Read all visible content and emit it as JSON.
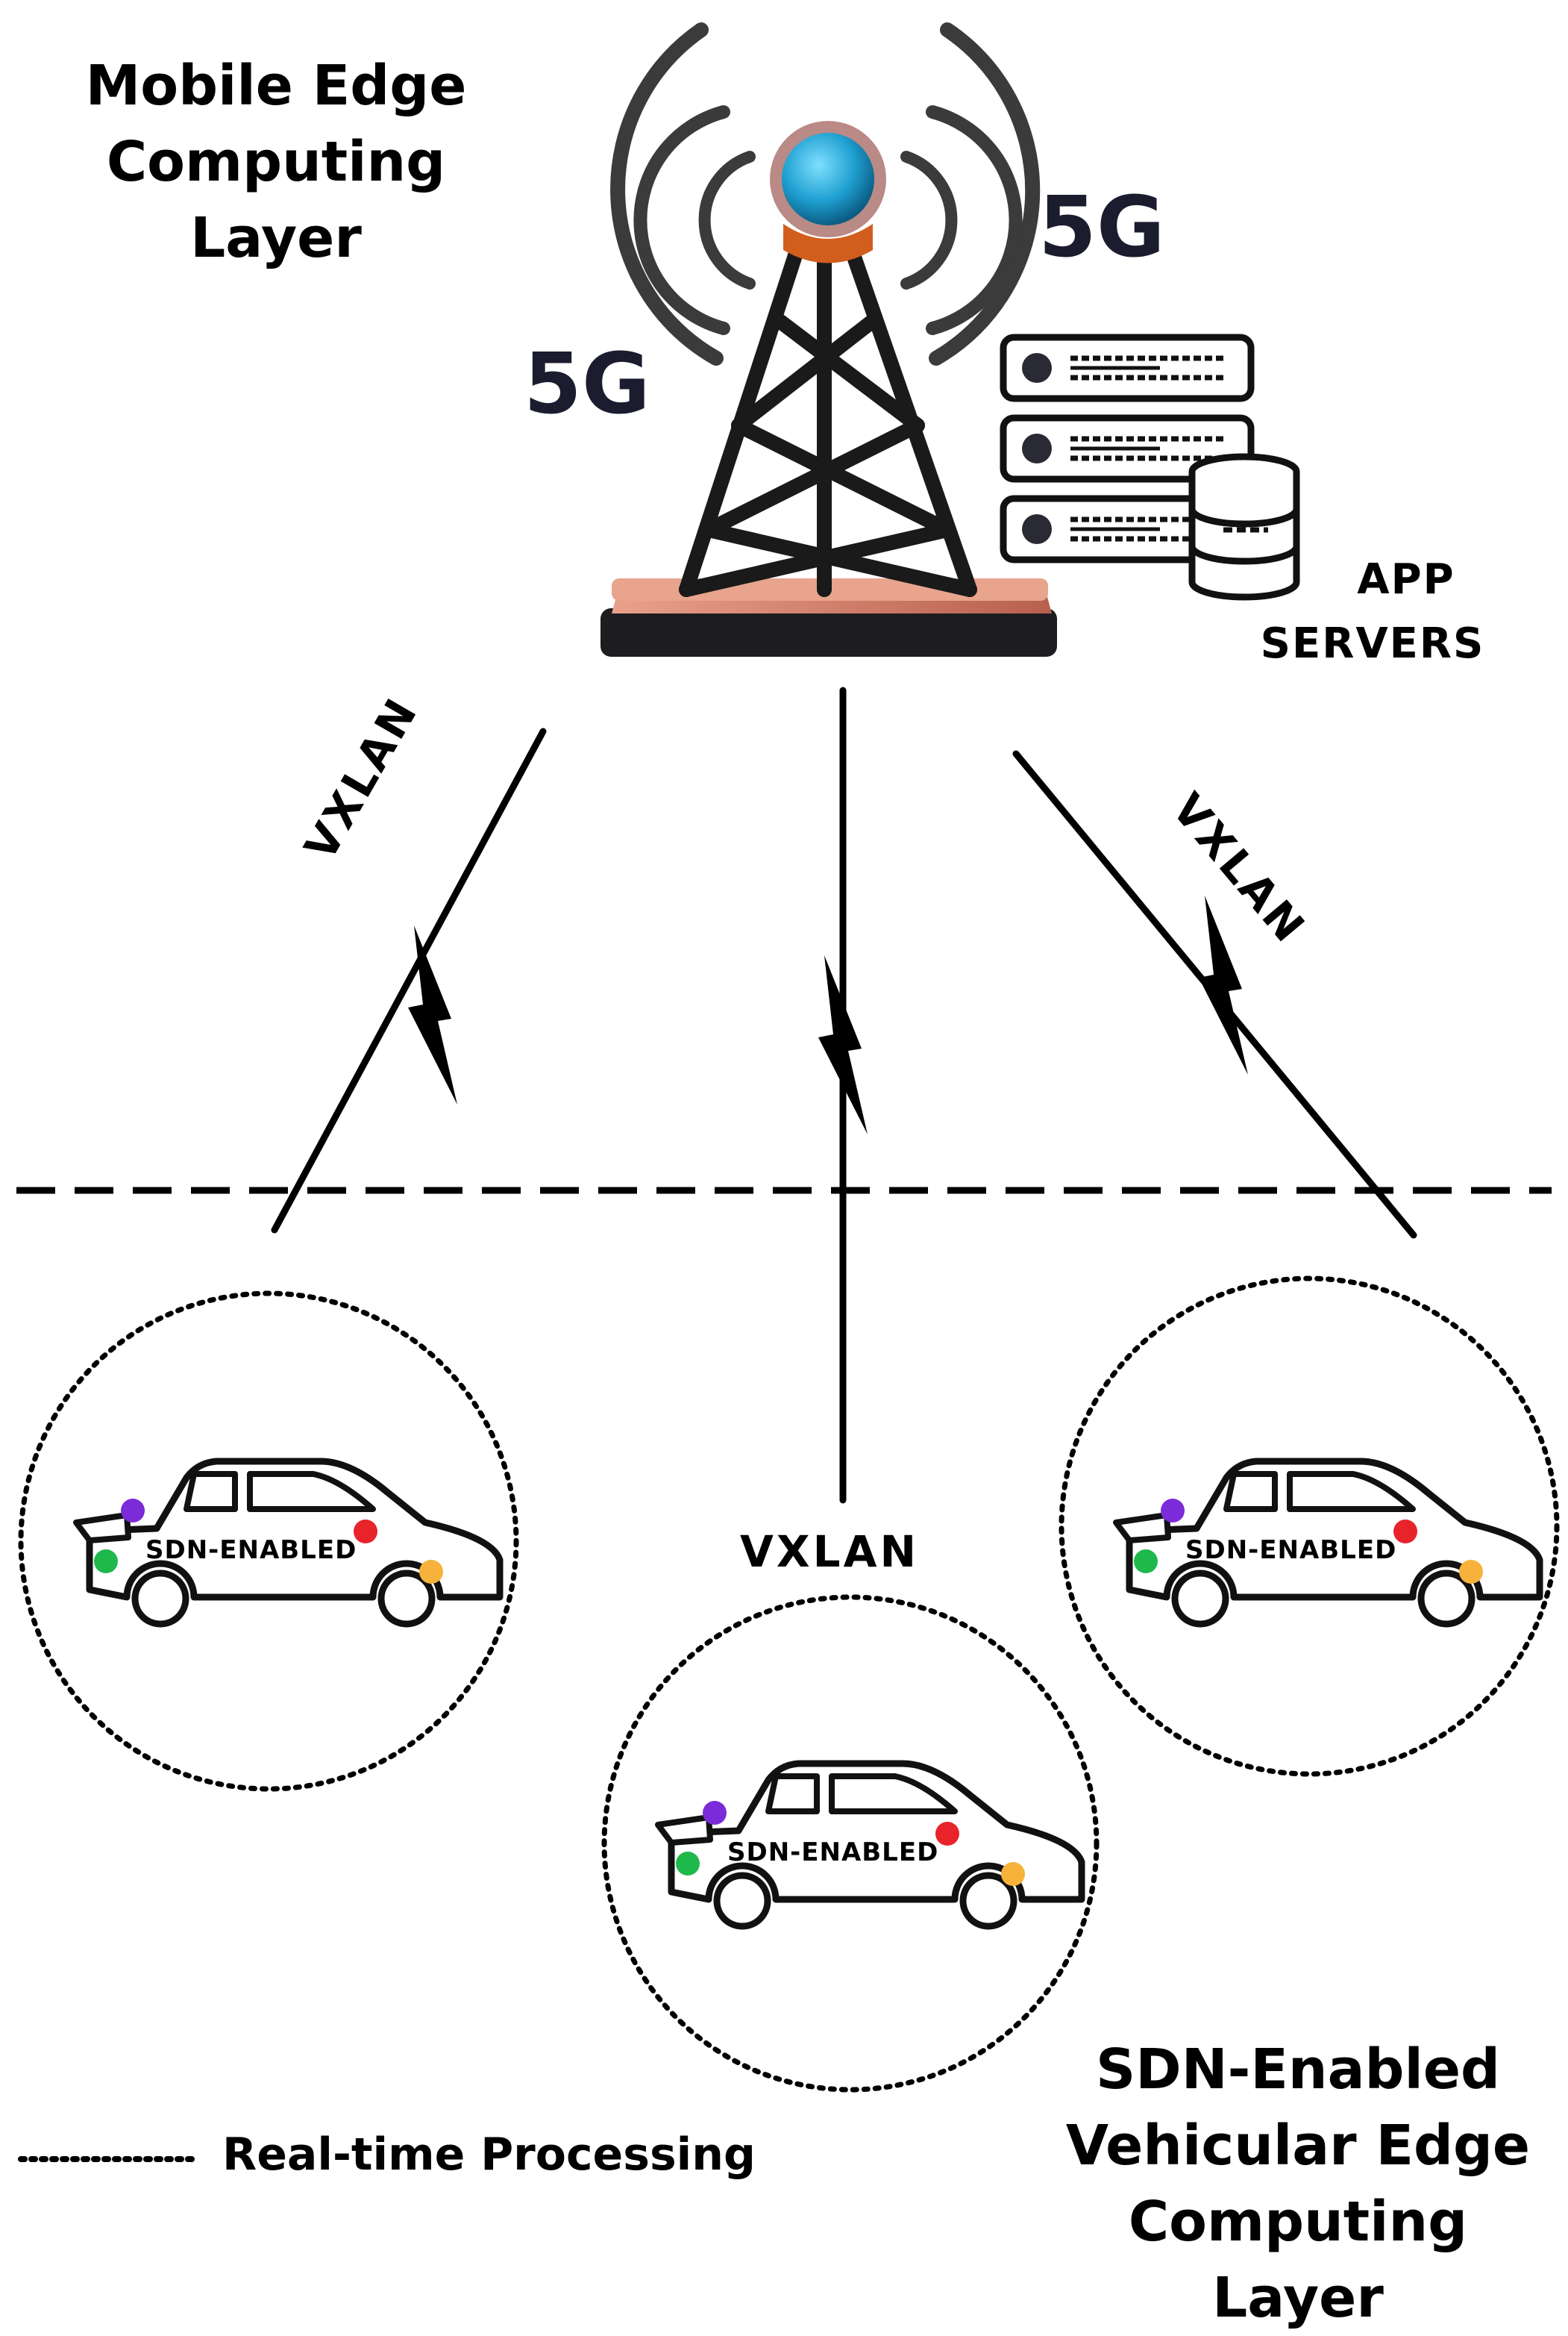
{
  "mec_layer": {
    "title_line1": "Mobile Edge",
    "title_line2": "Computing Layer"
  },
  "network": {
    "label_5g_left": "5G",
    "label_5g_right": "5G"
  },
  "servers": {
    "label_line1": "APP",
    "label_line2": "SERVERS"
  },
  "links": {
    "left": "VXLAN",
    "right": "VXLAN",
    "center": "VXLAN"
  },
  "vehicles": [
    {
      "label": "SDN-ENABLED"
    },
    {
      "label": "SDN-ENABLED"
    },
    {
      "label": "SDN-ENABLED"
    }
  ],
  "vec_layer": {
    "title_line1": "SDN-Enabled",
    "title_line2": "Vehicular Edge",
    "title_line3": "Computing Layer"
  },
  "legend": {
    "label": "Real-time Processing"
  },
  "colors": {
    "dot_purple": "#7c2bd9",
    "dot_red": "#e8232a",
    "dot_green": "#1fb84b",
    "dot_orange": "#f6b23a",
    "orb": "#1e9fd0",
    "tower_base": "#d98066"
  }
}
